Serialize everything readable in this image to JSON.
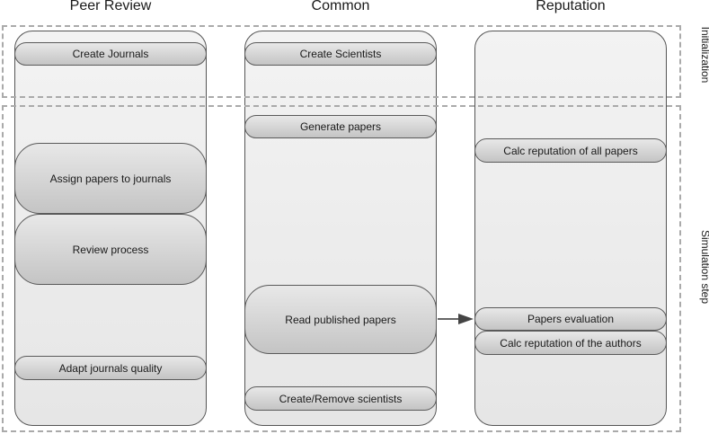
{
  "columns": {
    "peer_review": "Peer Review",
    "common": "Common",
    "reputation": "Reputation"
  },
  "zones": {
    "initialization": "Initialization",
    "simulation_step": "Simulation step"
  },
  "boxes": {
    "create_journals": "Create Journals",
    "assign_papers": "Assign papers to journals",
    "review_process": "Review process",
    "adapt_quality": "Adapt journals quality",
    "create_scientists": "Create Scientists",
    "generate_papers": "Generate papers",
    "read_papers": "Read published papers",
    "create_remove": "Create/Remove scientists",
    "calc_all_papers": "Calc reputation of all papers",
    "papers_evaluation": "Papers evaluation",
    "calc_authors": "Calc reputation of the authors"
  }
}
